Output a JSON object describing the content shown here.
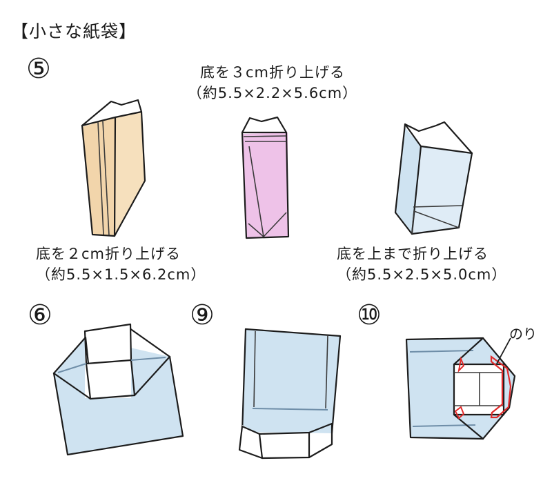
{
  "title": "【小さな紙袋】",
  "steps": {
    "s5": "⑤",
    "s6": "⑥",
    "s9": "⑨",
    "s10": "⑩"
  },
  "captions": {
    "middle": {
      "line1": "底を３cm折り上げる",
      "line2": "（約5.5×2.2×5.6cm）"
    },
    "left": {
      "line1": "底を２cm折り上げる",
      "line2": "（約5.5×1.5×6.2cm）"
    },
    "right": {
      "line1": "底を上まで折り上げる",
      "line2": "（約5.5×2.5×5.0cm）"
    }
  },
  "glue_label": "のり",
  "colors": {
    "orange": "#f1d3a7",
    "pink": "#eec2e8",
    "blue": "#cfe3f1",
    "glue": "#e02a2a"
  }
}
